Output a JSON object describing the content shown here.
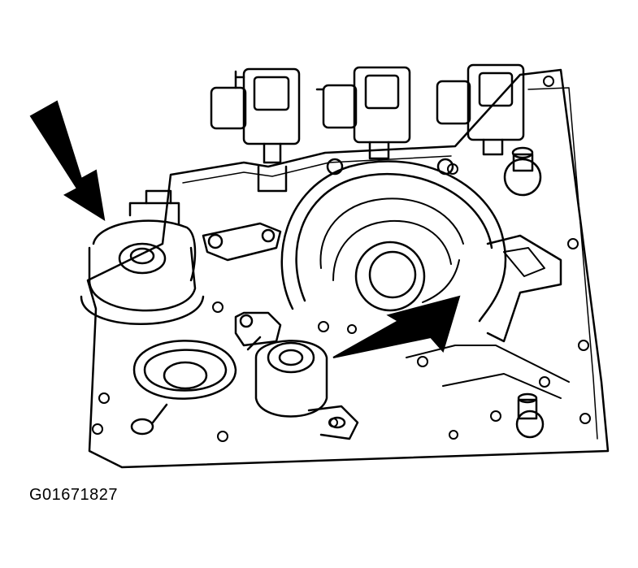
{
  "figure": {
    "id_label": "G01671827"
  },
  "colors": {
    "line": "#000000",
    "paper": "#ffffff"
  },
  "parts": {
    "solenoid_count": 3,
    "arrow_count": 2
  }
}
